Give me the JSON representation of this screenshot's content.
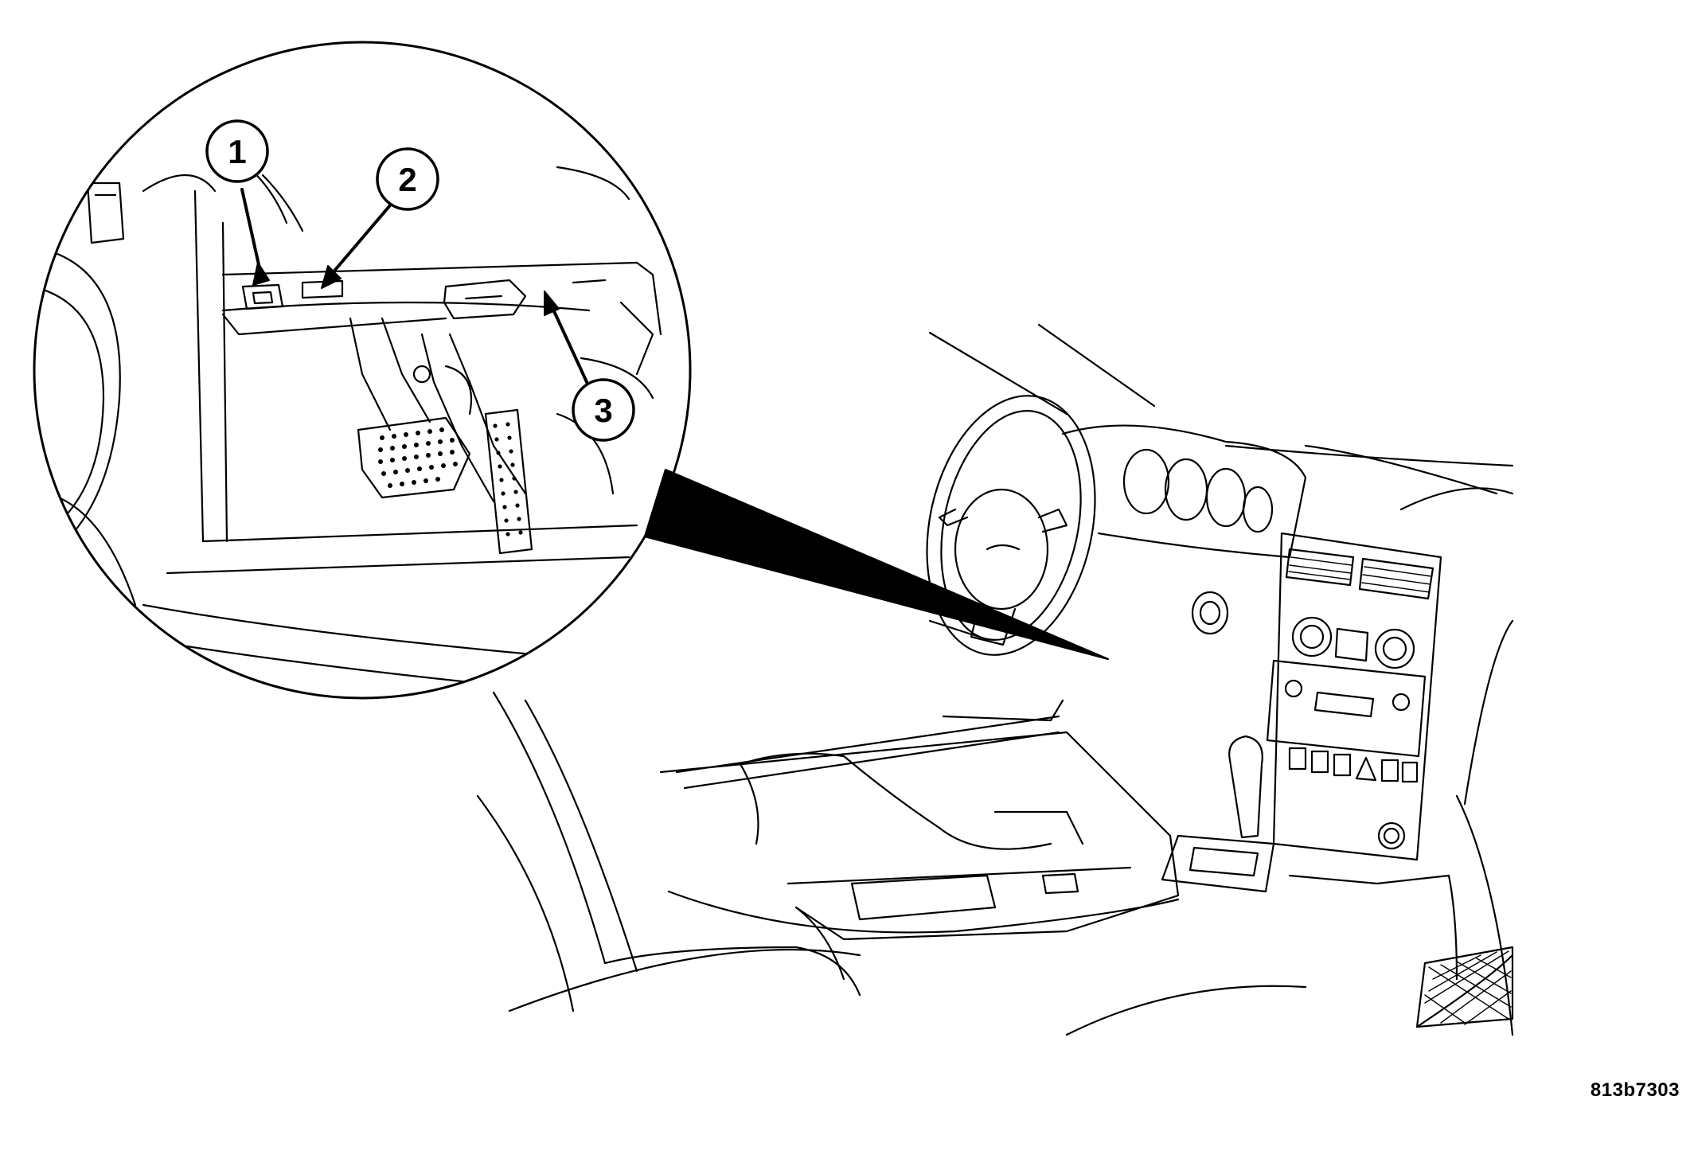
{
  "callouts": [
    {
      "id": "1",
      "label": "1"
    },
    {
      "id": "2",
      "label": "2"
    },
    {
      "id": "3",
      "label": "3"
    }
  ],
  "figure_code": "813b7303",
  "colors": {
    "ink": "#000000",
    "background": "#ffffff"
  }
}
